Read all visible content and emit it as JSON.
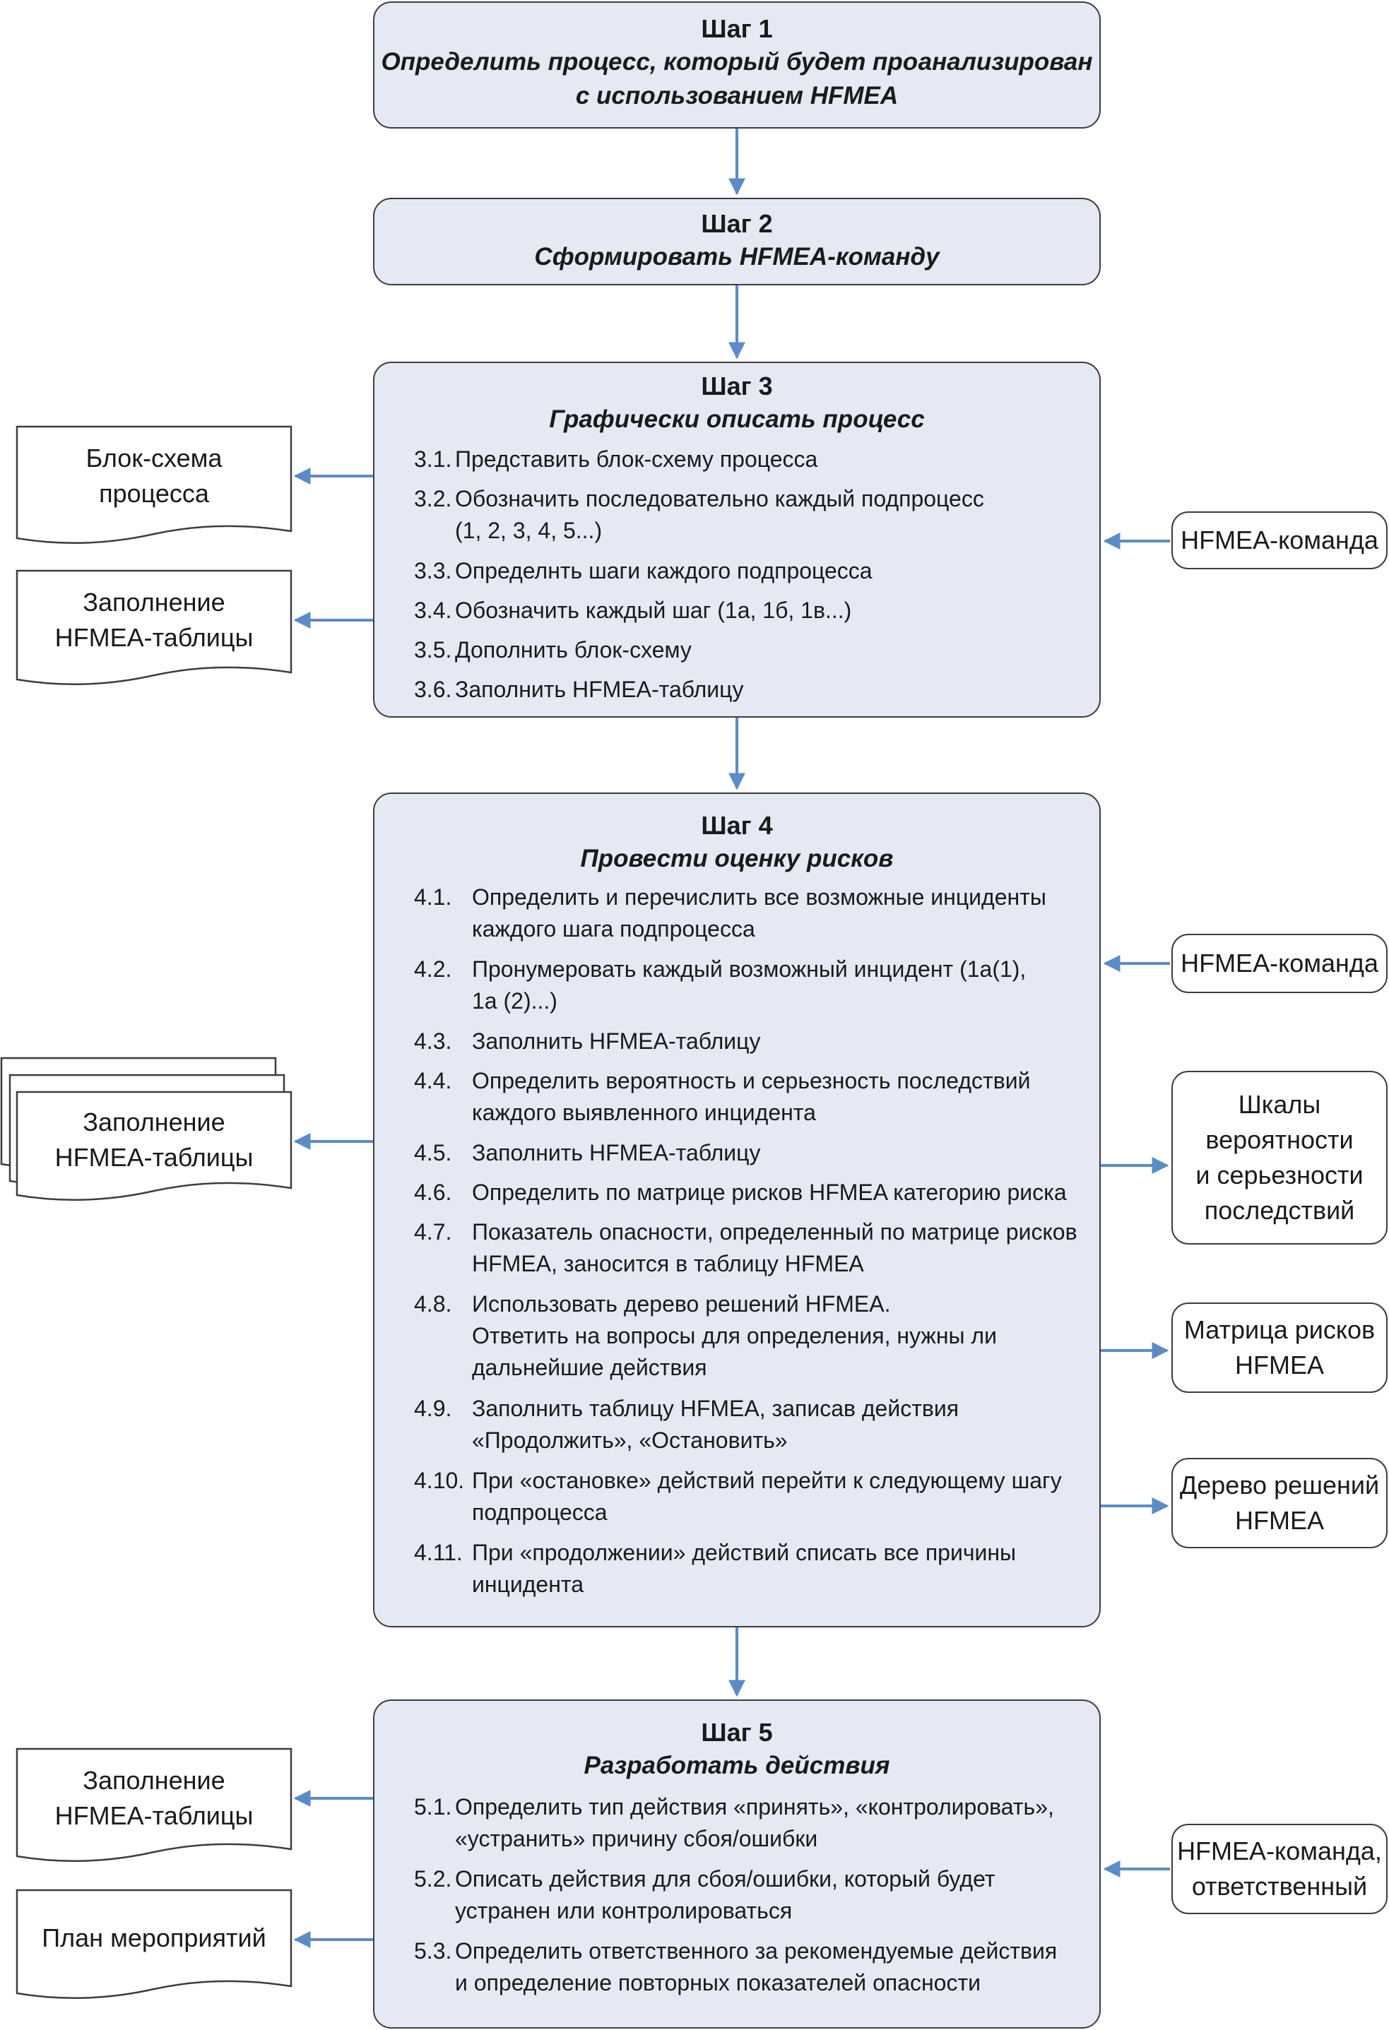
{
  "steps": [
    {
      "num": "Шаг 1",
      "name_lines": [
        "Определить процесс, который будет проанализирован",
        "с использованием HFMEA"
      ]
    },
    {
      "num": "Шаг 2",
      "name_lines": [
        "Сформировать HFMEA-команду"
      ]
    },
    {
      "num": "Шаг 3",
      "name_lines": [
        "Графически описать процесс"
      ],
      "items": [
        {
          "num": "3.1.",
          "lines": [
            "Представить блок-схему процесса"
          ]
        },
        {
          "num": "3.2.",
          "lines": [
            "Обозначить последовательно каждый подпроцесс",
            "(1, 2, 3, 4, 5...)"
          ]
        },
        {
          "num": "3.3.",
          "lines": [
            "Определнть шаги каждого подпроцесса"
          ]
        },
        {
          "num": "3.4.",
          "lines": [
            "Обозначить каждый шаг (1а, 1б, 1в...)"
          ]
        },
        {
          "num": "3.5.",
          "lines": [
            "Дополнить блок-схему"
          ]
        },
        {
          "num": "3.6.",
          "lines": [
            "Заполнить HFMEA-таблицу"
          ]
        }
      ]
    },
    {
      "num": "Шаг 4",
      "name_lines": [
        "Провести оценку рисков"
      ],
      "items": [
        {
          "num": "4.1.",
          "lines": [
            "Определить и перечислить все возможные инциденты",
            "каждого шага подпроцесса"
          ]
        },
        {
          "num": "4.2.",
          "lines": [
            "Пронумеровать каждый возможный инцидент (1а(1),",
            "1а (2)...)"
          ]
        },
        {
          "num": "4.3.",
          "lines": [
            "Заполнить HFMEA-таблицу"
          ]
        },
        {
          "num": "4.4.",
          "lines": [
            "Определить вероятность и серьезность последствий",
            "каждого выявленного инцидента"
          ]
        },
        {
          "num": "4.5.",
          "lines": [
            "Заполнить HFMEA-таблицу"
          ]
        },
        {
          "num": "4.6.",
          "lines": [
            "Определить по матрице рисков HFMEA категорию риска"
          ]
        },
        {
          "num": "4.7.",
          "lines": [
            "Показатель опасности, определенный по матрице рисков",
            "HFMEA, заносится в таблицу HFMEA"
          ]
        },
        {
          "num": "4.8.",
          "lines": [
            "Использовать дерево решений HFMEA.",
            "Ответить на вопросы для определения, нужны ли",
            "дальнейшие действия"
          ]
        },
        {
          "num": "4.9.",
          "lines": [
            "Заполнить таблицу HFMEA, записав действия",
            "«Продолжить», «Остановить»"
          ]
        },
        {
          "num": "4.10.",
          "lines": [
            "При «остановке» действий перейти к следующему шагу",
            "подпроцесса"
          ]
        },
        {
          "num": "4.11.",
          "lines": [
            "При «продолжении» действий списать все причины",
            "инцидента"
          ]
        }
      ]
    },
    {
      "num": "Шаг 5",
      "name_lines": [
        "Разработать действия"
      ],
      "items": [
        {
          "num": "5.1.",
          "lines": [
            "Определить тип действия «принять», «контролировать»,",
            "«устранить» причину сбоя/ошибки"
          ]
        },
        {
          "num": "5.2.",
          "lines": [
            "Описать действия для сбоя/ошибки, который будет",
            "устранен или контролироваться"
          ]
        },
        {
          "num": "5.3.",
          "lines": [
            "Определить ответственного за рекомендуемые действия",
            "и определение повторных показателей опасности"
          ]
        }
      ]
    }
  ],
  "outputs": {
    "flowchart_doc": [
      "Блок-схема",
      "процесса"
    ],
    "table_doc_s3": [
      "Заполнение",
      "HFMEA-таблицы"
    ],
    "table_doc_s4": [
      "Заполнение",
      "HFMEA-таблицы"
    ],
    "table_doc_s5": [
      "Заполнение",
      "HFMEA-таблицы"
    ],
    "plan_doc": [
      "План мероприятий"
    ]
  },
  "inputs": {
    "team_s3": [
      "HFMEA-команда"
    ],
    "team_s4": [
      "HFMEA-команда"
    ],
    "scales": [
      "Шкалы",
      "вероятности",
      "и серьезности",
      "последствий"
    ],
    "matrix": [
      "Матрица рисков",
      "HFMEA"
    ],
    "tree": [
      "Дерево решений",
      "HFMEA"
    ],
    "team_s5": [
      "HFMEA-команда,",
      "ответственный"
    ]
  },
  "colors": {
    "step_fill": "#e4e9f3",
    "arrow": "#5b8cc7",
    "border": "#3d3d3d"
  }
}
